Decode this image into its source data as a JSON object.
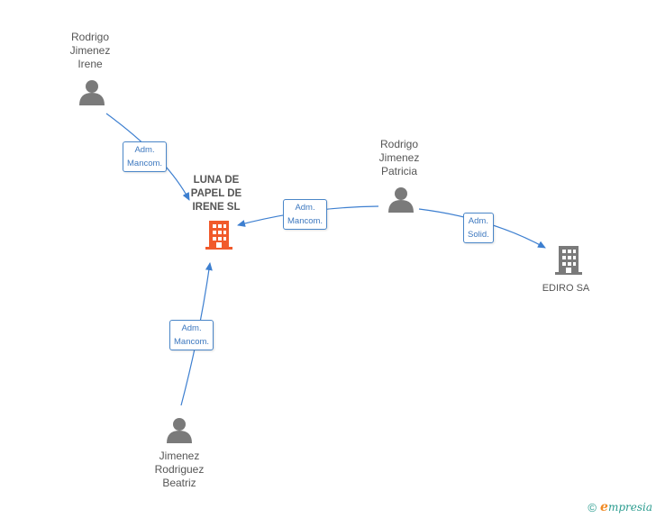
{
  "nodes": {
    "luna": {
      "label": "LUNA DE\nPAPEL DE\nIRENE SL",
      "type": "company",
      "color": "#f15a2b"
    },
    "ediro": {
      "label": "EDIRO SA",
      "type": "company",
      "color": "#7a7a7a"
    },
    "rodrigo_irene": {
      "label": "Rodrigo\nJimenez\nIrene",
      "type": "person",
      "color": "#7a7a7a"
    },
    "rodrigo_patricia": {
      "label": "Rodrigo\nJimenez\nPatricia",
      "type": "person",
      "color": "#7a7a7a"
    },
    "jimenez_beatriz": {
      "label": "Jimenez\nRodriguez\nBeatriz",
      "type": "person",
      "color": "#7a7a7a"
    }
  },
  "edges": {
    "irene_to_luna": {
      "label": "Adm.\nMancom."
    },
    "patricia_to_luna": {
      "label": "Adm.\nMancom."
    },
    "patricia_to_ediro": {
      "label": "Adm.\nSolid."
    },
    "beatriz_to_luna": {
      "label": "Adm.\nMancom."
    }
  },
  "colors": {
    "edge": "#3d7fd0",
    "label_border": "#4a86c8"
  },
  "footer": {
    "copyright": "©",
    "brand_initial": "e",
    "brand_rest": "mpresia"
  }
}
